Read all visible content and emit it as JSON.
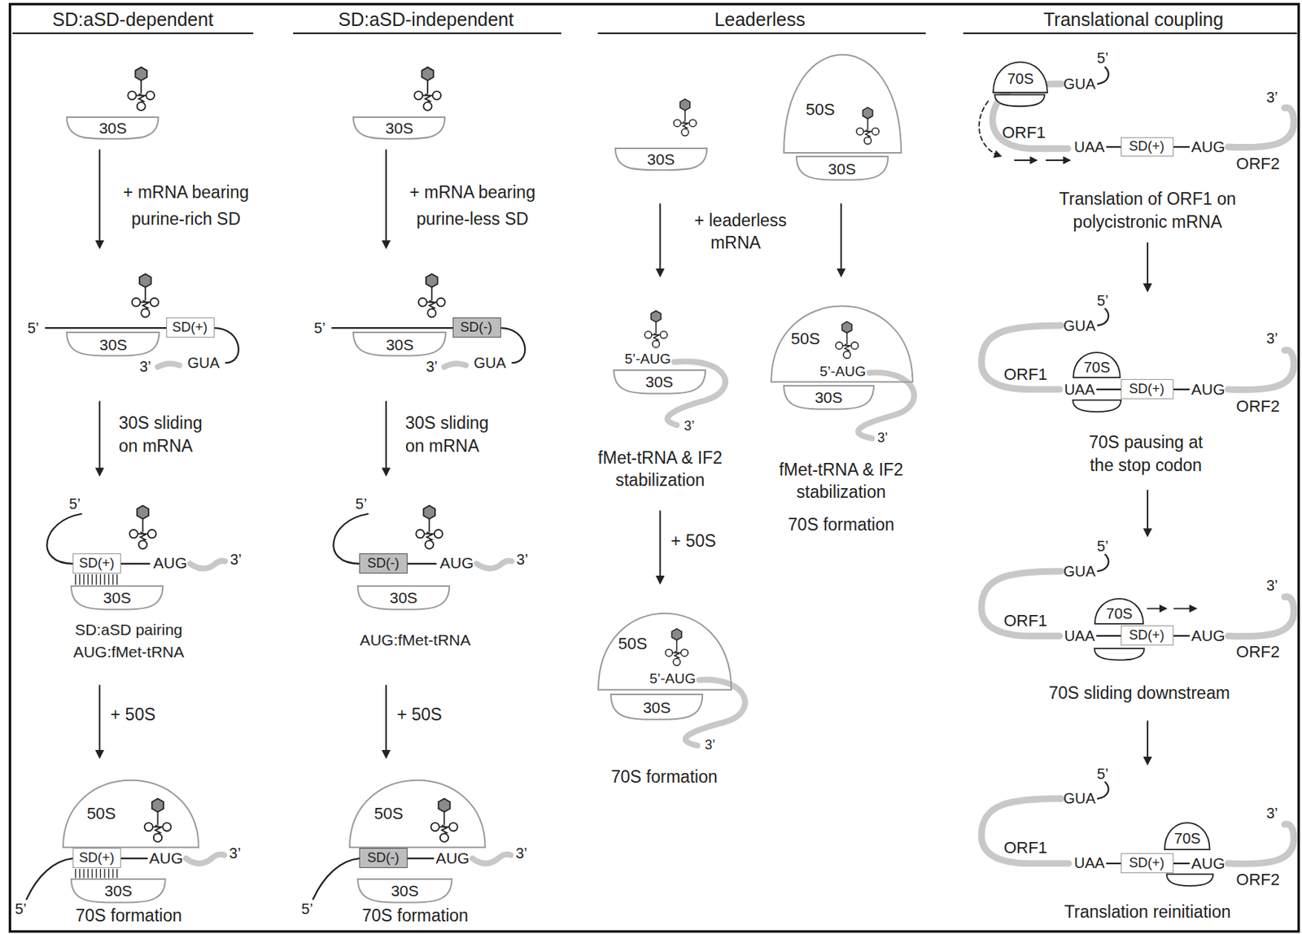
{
  "diagram": {
    "nodes": [
      {
        "text": [
          "30S"
        ]
      },
      {
        "text": [
          "SD(+)"
        ]
      },
      {
        "text": [
          "30S"
        ]
      },
      {
        "text": [
          "SD(+)"
        ]
      },
      {
        "text": [
          "30S"
        ]
      },
      {
        "text": [
          "50S"
        ]
      },
      {
        "text": [
          "SD(+)"
        ]
      },
      {
        "text": [
          "30S"
        ]
      },
      {
        "text": [
          "30S"
        ]
      },
      {
        "text": [
          "SD(-)"
        ]
      },
      {
        "text": [
          "30S"
        ]
      },
      {
        "text": [
          "SD(-)"
        ]
      },
      {
        "text": [
          "30S"
        ]
      },
      {
        "text": [
          "50S"
        ]
      },
      {
        "text": [
          "SD(-)"
        ]
      },
      {
        "text": [
          "30S"
        ]
      },
      {
        "text": [
          "30S"
        ]
      },
      {
        "text": [
          "50S"
        ]
      },
      {
        "text": [
          "30S"
        ]
      },
      {
        "text": [
          "30S"
        ]
      },
      {
        "text": [
          "50S"
        ]
      },
      {
        "text": [
          "30S"
        ]
      },
      {
        "text": [
          "50S"
        ]
      },
      {
        "text": [
          "30S"
        ]
      },
      {
        "text": [
          "70S"
        ]
      },
      {
        "text": [
          "SD(+)"
        ]
      },
      {
        "text": [
          "70S"
        ]
      },
      {
        "text": [
          "SD(+)"
        ]
      },
      {
        "text": [
          "70S"
        ]
      },
      {
        "text": [
          "SD(+)"
        ]
      },
      {
        "text": [
          "70S"
        ]
      },
      {
        "text": [
          "SD(+)"
        ]
      }
    ],
    "labels": [
      "SD:aSD-dependent",
      "SD:aSD-independent",
      "Leaderless",
      "Translational coupling",
      "+ mRNA bearing purine-rich SD",
      "5’",
      "GUA",
      "3’",
      "30S sliding on mRNA",
      "5’",
      "AUG",
      "3’",
      "SD:aSD pairing AUG:fMet-tRNA",
      "+ 50S",
      "3’",
      "AUG",
      "5’",
      "70S formation",
      "+ mRNA bearing purine-less SD",
      "5’",
      "GUA",
      "3’",
      "30S sliding on mRNA",
      "5’",
      "AUG",
      "3’",
      "AUG:fMet-tRNA",
      "+ 50S",
      "3’",
      "AUG",
      "5’",
      "70S formation",
      "+ leaderless mRNA",
      "5’-AUG",
      "3’",
      "fMet-tRNA & IF2 stabilization",
      "+ 50S",
      "5’-AUG",
      "3’",
      "70S formation",
      "5’-AUG",
      "3’",
      "fMet-tRNA & IF2 stabilization",
      "70S formation",
      "5’",
      "GUA",
      "3’",
      "ORF1",
      "UAA",
      "AUG",
      "ORF2",
      "Translation of ORF1 on polycistronic mRNA",
      "5’",
      "GUA",
      "3’",
      "ORF1",
      "UAA",
      "AUG",
      "ORF2",
      "70S pausing at the stop codon",
      "5’",
      "GUA",
      "3’",
      "ORF1",
      "UAA",
      "AUG",
      "ORF2",
      "70S sliding downstream",
      "5’",
      "GUA",
      "3’",
      "ORF1",
      "UAA",
      "AUG",
      "ORF2",
      "Translation reinitiation"
    ]
  }
}
